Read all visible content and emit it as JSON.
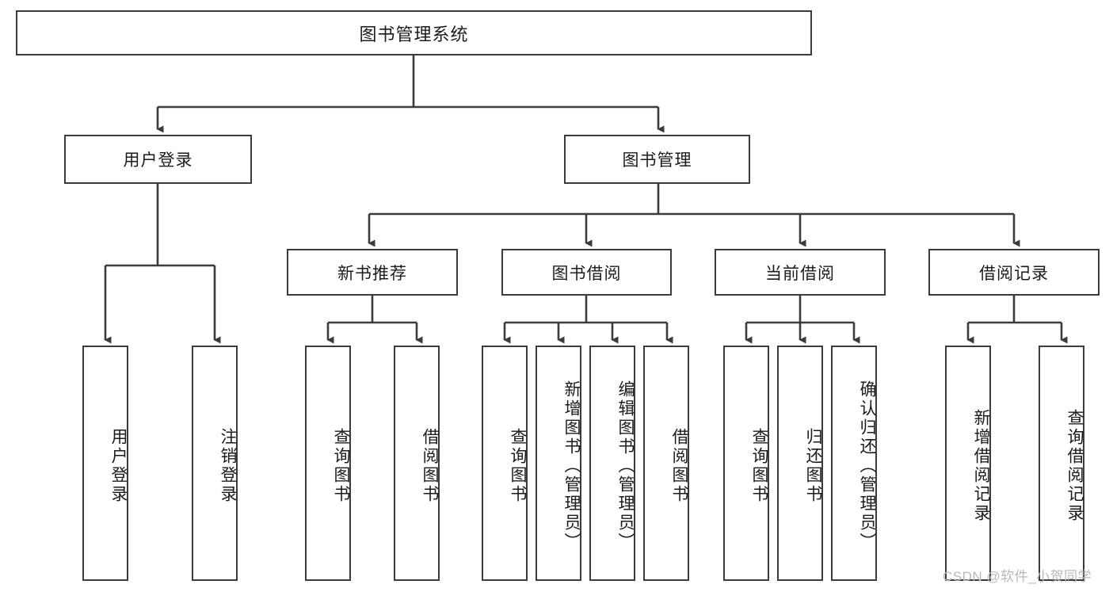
{
  "diagram": {
    "type": "tree",
    "title": "图书管理系统",
    "watermark": "CSDN @软件_小贺同学",
    "colors": {
      "box_border": "#3b3b3b",
      "box_fill": "#ffffff",
      "line": "#3b3b3b",
      "text": "#1b1b1b",
      "watermark": "#b9b9b9"
    },
    "root": {
      "label": "图书管理系统"
    },
    "level2": [
      {
        "label": "用户登录"
      },
      {
        "label": "图书管理"
      }
    ],
    "level3": [
      {
        "label": "新书推荐"
      },
      {
        "label": "图书借阅"
      },
      {
        "label": "当前借阅"
      },
      {
        "label": "借阅记录"
      }
    ],
    "leaves": {
      "user_login": [
        {
          "label": "用户登录"
        },
        {
          "label": "注销登录"
        }
      ],
      "new_book_recommend": [
        {
          "label": "查询图书"
        },
        {
          "label": "借阅图书"
        }
      ],
      "book_borrow": [
        {
          "label": "查询图书"
        },
        {
          "label": "新增图书（管理员）"
        },
        {
          "label": "编辑图书（管理员）"
        },
        {
          "label": "借阅图书"
        }
      ],
      "current_borrow": [
        {
          "label": "查询图书"
        },
        {
          "label": "归还图书"
        },
        {
          "label": "确认归还（管理员）"
        }
      ],
      "borrow_record": [
        {
          "label": "新增借阅记录"
        },
        {
          "label": "查询借阅记录"
        }
      ]
    }
  }
}
